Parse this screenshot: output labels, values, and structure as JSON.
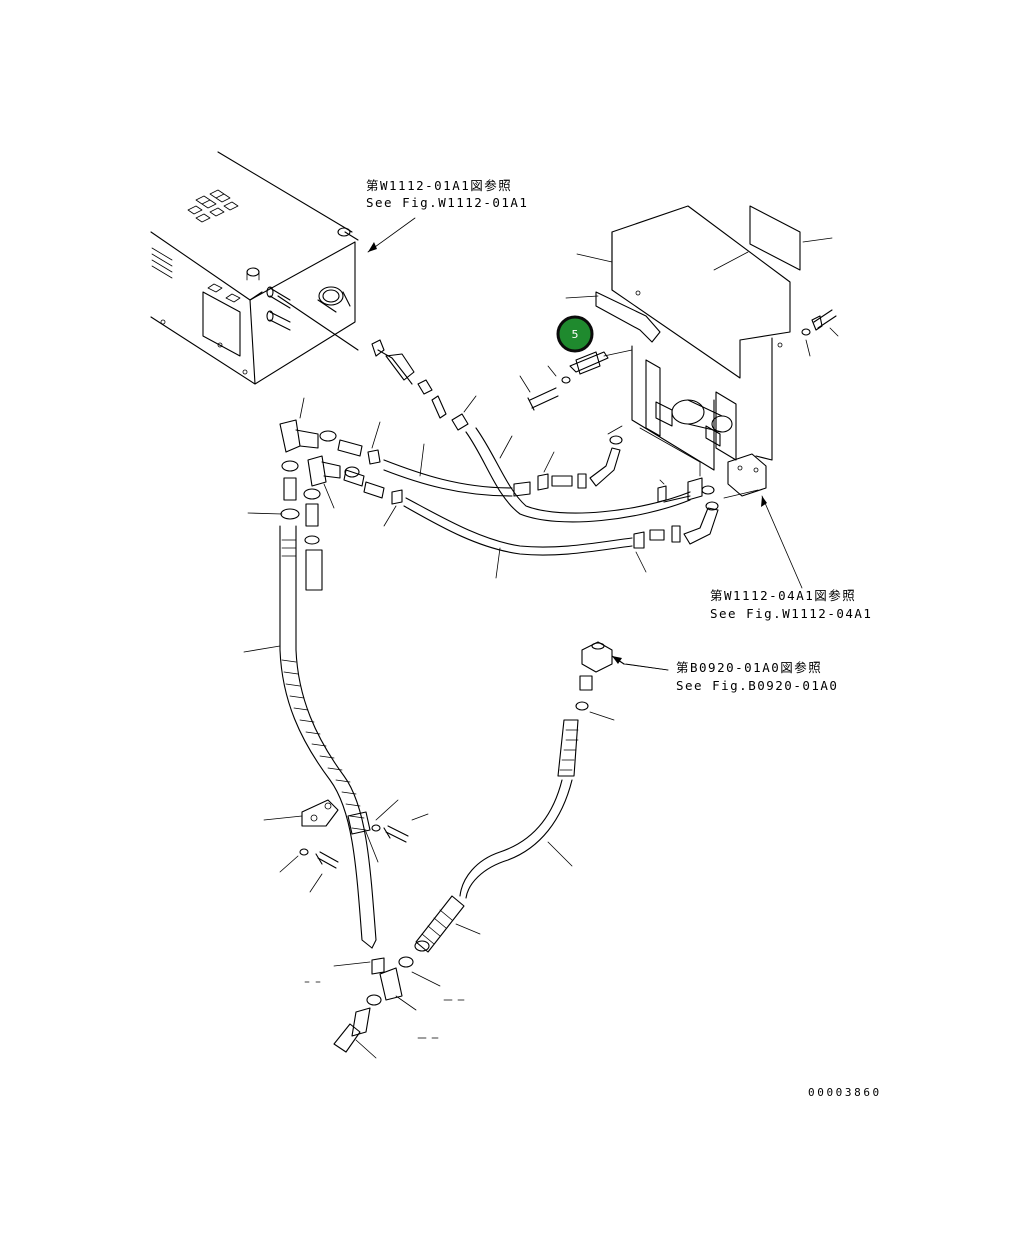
{
  "references": [
    {
      "id": "ref-w1112-01a1",
      "jp": "第W1112-01A1図参照",
      "en": "See Fig.W1112-01A1"
    },
    {
      "id": "ref-w1112-04a1",
      "jp": "第W1112-04A1図参照",
      "en": "See Fig.W1112-04A1"
    },
    {
      "id": "ref-b0920-01a0",
      "jp": "第B0920-01A0図参照",
      "en": "See Fig.B0920-01A0"
    }
  ],
  "highlighted_part": {
    "number": "5",
    "color": "#1f8a2e",
    "ring_color": "#0b0b0b"
  },
  "drawing_number": "00003860"
}
